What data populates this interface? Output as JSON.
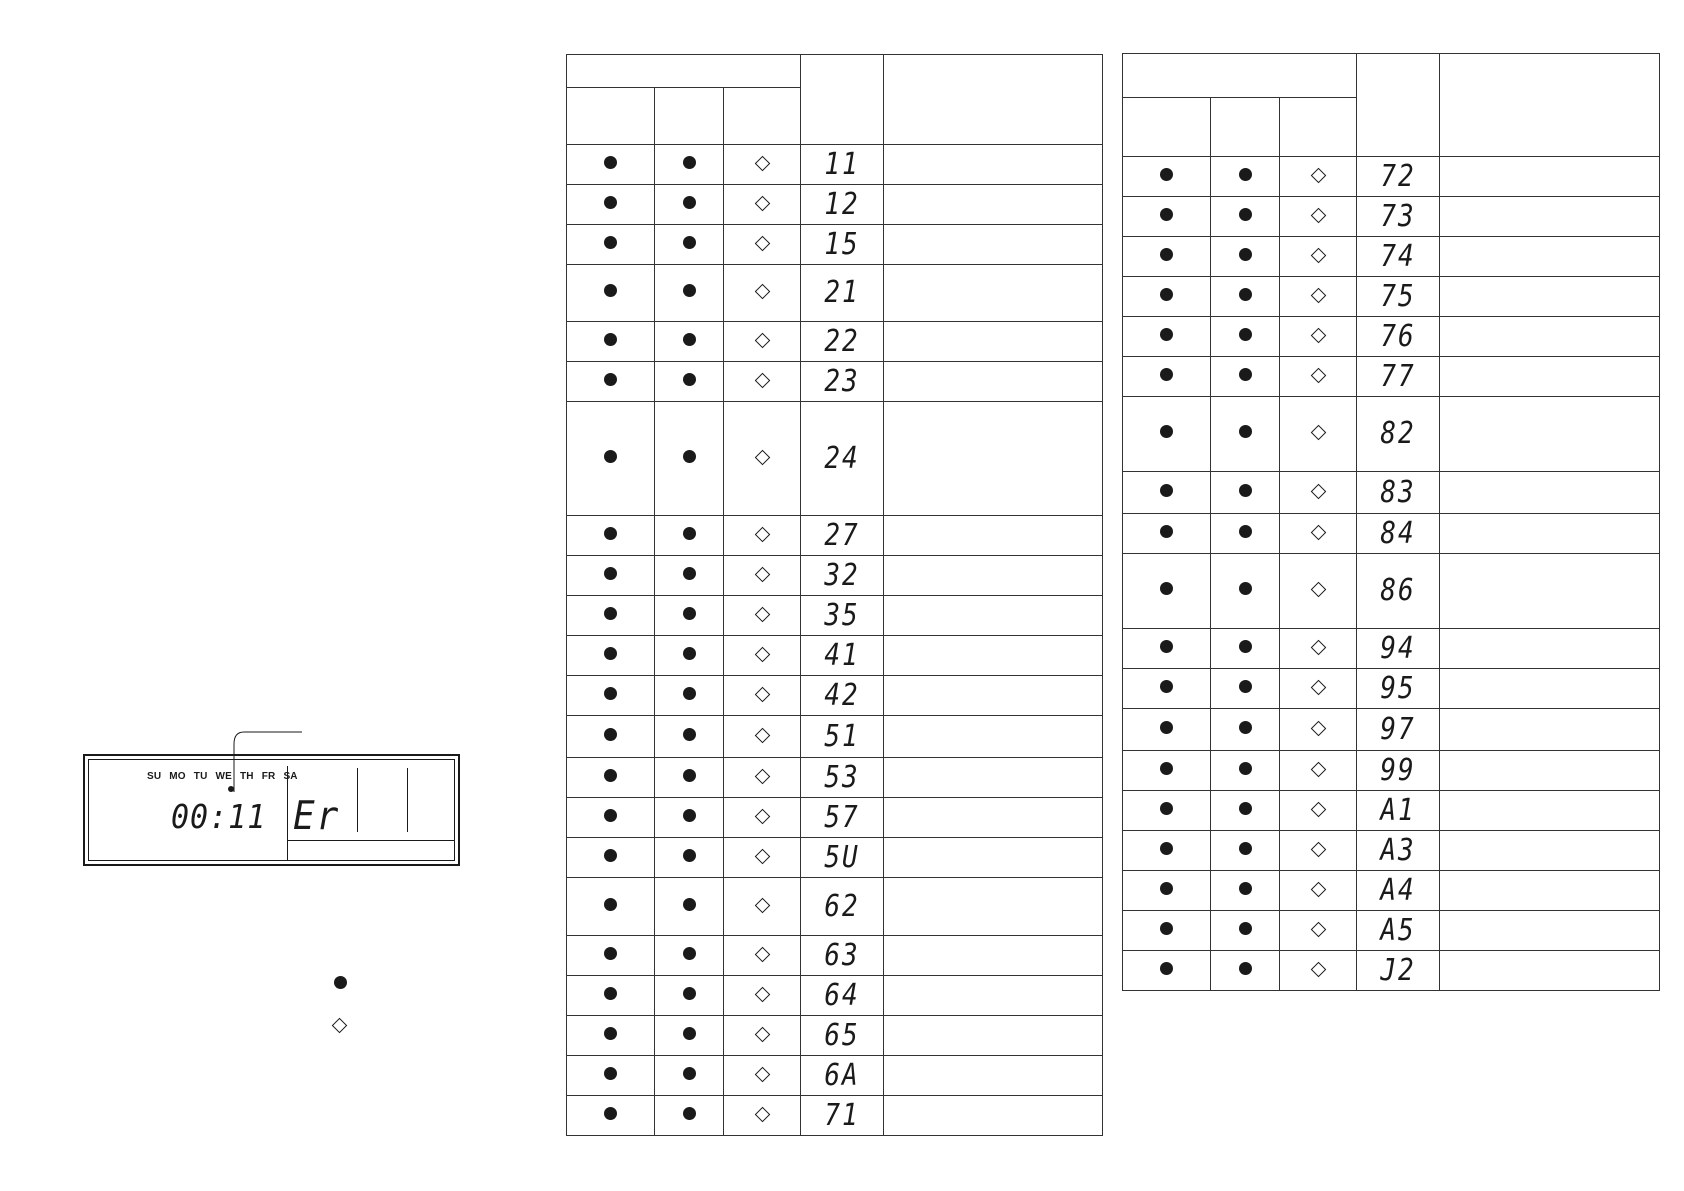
{
  "lcd": {
    "days": [
      "SU",
      "MO",
      "TU",
      "WE",
      "TH",
      "FR",
      "SA"
    ],
    "time": "00:11",
    "error_code": "Er"
  },
  "legend": {
    "filled_symbol": "filled-dot-icon",
    "outline_symbol": "diamond-outline-icon"
  },
  "tables": [
    {
      "rows": [
        {
          "code": "11",
          "h": 40,
          "s1": "dot",
          "s2": "dot",
          "s3": "diamond"
        },
        {
          "code": "12",
          "h": 40,
          "s1": "dot",
          "s2": "dot",
          "s3": "diamond"
        },
        {
          "code": "15",
          "h": 40,
          "s1": "dot",
          "s2": "dot",
          "s3": "diamond"
        },
        {
          "code": "21",
          "h": 57,
          "s1": "dot",
          "s2": "dot",
          "s3": "diamond"
        },
        {
          "code": "22",
          "h": 40,
          "s1": "dot",
          "s2": "dot",
          "s3": "diamond"
        },
        {
          "code": "23",
          "h": 40,
          "s1": "dot",
          "s2": "dot",
          "s3": "diamond"
        },
        {
          "code": "24",
          "h": 114,
          "s1": "dot",
          "s2": "dot",
          "s3": "diamond"
        },
        {
          "code": "27",
          "h": 40,
          "s1": "dot",
          "s2": "dot",
          "s3": "diamond"
        },
        {
          "code": "32",
          "h": 40,
          "s1": "dot",
          "s2": "dot",
          "s3": "diamond"
        },
        {
          "code": "35",
          "h": 40,
          "s1": "dot",
          "s2": "dot",
          "s3": "diamond"
        },
        {
          "code": "41",
          "h": 40,
          "s1": "dot",
          "s2": "dot",
          "s3": "diamond"
        },
        {
          "code": "42",
          "h": 40,
          "s1": "dot",
          "s2": "dot",
          "s3": "diamond"
        },
        {
          "code": "51",
          "h": 42,
          "s1": "dot",
          "s2": "dot",
          "s3": "diamond"
        },
        {
          "code": "53",
          "h": 40,
          "s1": "dot",
          "s2": "dot",
          "s3": "diamond"
        },
        {
          "code": "57",
          "h": 40,
          "s1": "dot",
          "s2": "dot",
          "s3": "diamond"
        },
        {
          "code": "5U",
          "h": 40,
          "s1": "dot",
          "s2": "dot",
          "s3": "diamond"
        },
        {
          "code": "62",
          "h": 58,
          "s1": "dot",
          "s2": "dot",
          "s3": "diamond"
        },
        {
          "code": "63",
          "h": 40,
          "s1": "dot",
          "s2": "dot",
          "s3": "diamond"
        },
        {
          "code": "64",
          "h": 40,
          "s1": "dot",
          "s2": "dot",
          "s3": "diamond"
        },
        {
          "code": "65",
          "h": 40,
          "s1": "dot",
          "s2": "dot",
          "s3": "diamond"
        },
        {
          "code": "6A",
          "h": 40,
          "s1": "dot",
          "s2": "dot",
          "s3": "diamond"
        },
        {
          "code": "71",
          "h": 40,
          "s1": "dot",
          "s2": "dot",
          "s3": "diamond"
        }
      ]
    },
    {
      "rows": [
        {
          "code": "72",
          "h": 40,
          "s1": "dot",
          "s2": "dot",
          "s3": "diamond"
        },
        {
          "code": "73",
          "h": 40,
          "s1": "dot",
          "s2": "dot",
          "s3": "diamond"
        },
        {
          "code": "74",
          "h": 40,
          "s1": "dot",
          "s2": "dot",
          "s3": "diamond"
        },
        {
          "code": "75",
          "h": 40,
          "s1": "dot",
          "s2": "dot",
          "s3": "diamond"
        },
        {
          "code": "76",
          "h": 40,
          "s1": "dot",
          "s2": "dot",
          "s3": "diamond"
        },
        {
          "code": "77",
          "h": 40,
          "s1": "dot",
          "s2": "dot",
          "s3": "diamond"
        },
        {
          "code": "82",
          "h": 75,
          "s1": "dot",
          "s2": "dot",
          "s3": "diamond"
        },
        {
          "code": "83",
          "h": 42,
          "s1": "dot",
          "s2": "dot",
          "s3": "diamond"
        },
        {
          "code": "84",
          "h": 40,
          "s1": "dot",
          "s2": "dot",
          "s3": "diamond"
        },
        {
          "code": "86",
          "h": 75,
          "s1": "dot",
          "s2": "dot",
          "s3": "diamond"
        },
        {
          "code": "94",
          "h": 40,
          "s1": "dot",
          "s2": "dot",
          "s3": "diamond"
        },
        {
          "code": "95",
          "h": 40,
          "s1": "dot",
          "s2": "dot",
          "s3": "diamond"
        },
        {
          "code": "97",
          "h": 42,
          "s1": "dot",
          "s2": "dot",
          "s3": "diamond"
        },
        {
          "code": "99",
          "h": 40,
          "s1": "dot",
          "s2": "dot",
          "s3": "diamond"
        },
        {
          "code": "A1",
          "h": 40,
          "s1": "dot",
          "s2": "dot",
          "s3": "diamond"
        },
        {
          "code": "A3",
          "h": 40,
          "s1": "dot",
          "s2": "dot",
          "s3": "diamond"
        },
        {
          "code": "A4",
          "h": 40,
          "s1": "dot",
          "s2": "dot",
          "s3": "diamond"
        },
        {
          "code": "A5",
          "h": 40,
          "s1": "dot",
          "s2": "dot",
          "s3": "diamond"
        },
        {
          "code": "J2",
          "h": 40,
          "s1": "dot",
          "s2": "dot",
          "s3": "diamond"
        }
      ]
    }
  ]
}
